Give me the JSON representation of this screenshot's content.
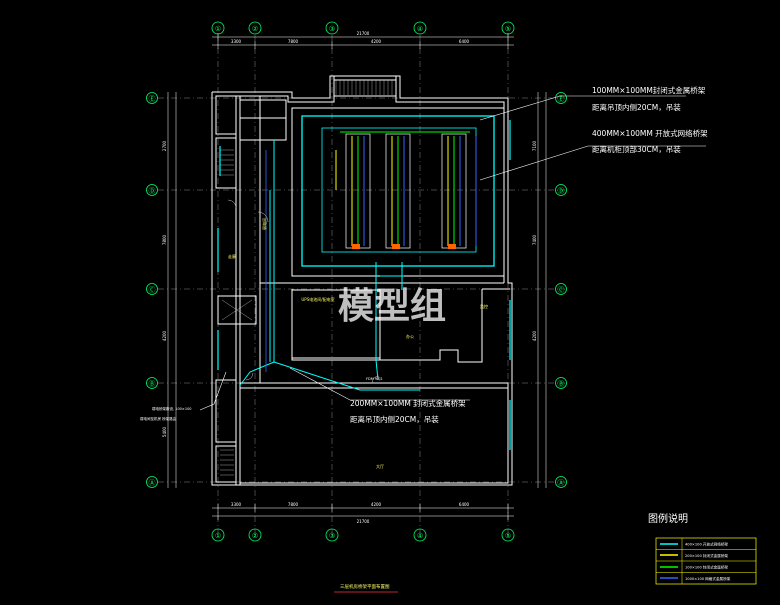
{
  "drawing": {
    "colors": {
      "background": "#000000",
      "wall": "#ffffff",
      "grid_line": "#9a9a9a",
      "bubble": "#00ff66",
      "dimension": "#ffffff",
      "tray_cyan": "#00ffff",
      "tray_blue": "#3366ff",
      "tray_yellow": "#ffff00",
      "tray_green": "#00ff00",
      "tray_magenta": "#ff00ff",
      "annotation": "#ffffff",
      "room_label": "#ffff66",
      "equipment": "#ff6600"
    },
    "axis_top": [
      "①",
      "②",
      "③",
      "④",
      "⑤"
    ],
    "axis_side": [
      "Ⓔ",
      "Ⓓ",
      "Ⓒ",
      "Ⓑ",
      "Ⓐ"
    ],
    "dims_top": {
      "total": "21700",
      "spans": [
        "3300",
        "7800",
        "4200",
        "6400"
      ]
    },
    "dims_bottom": {
      "total": "21700",
      "spans": [
        "3300",
        "7800",
        "4200",
        "6400"
      ]
    },
    "dims_left": [
      "2700",
      "7800",
      "4200",
      "5400"
    ],
    "dims_right": [
      "7100",
      "7400",
      "4200"
    ],
    "callouts": {
      "tray_100": {
        "line1": "100MM×100MM封闭式金属桥架",
        "line2": "距离吊顶内侧20CM，吊装"
      },
      "tray_400": {
        "line1": "400MM×100MM 开放式网络桥架",
        "line2": "距离机柜顶部30CM，吊装"
      },
      "tray_200": {
        "line1": "200MM×100MM 封闭式金属桥架",
        "line2": "距离吊顶内侧20CM，吊装"
      },
      "left_note": {
        "line1": "弱电桥架敷设, 100×100",
        "line2": "弱电间至机房 桥架路由"
      }
    },
    "room_labels": {
      "weak_room": "弱电间",
      "corridor": "走廊",
      "ups_room": "UPS电池间/配电室",
      "office": "办公",
      "monitor": "监控",
      "hall": "大厅"
    },
    "door_label": "FDM 9ZJ1",
    "watermark": "模型组",
    "plan_title": "三层机房桥架平面布置图",
    "legend": {
      "title": "图例说明",
      "items": [
        {
          "label": "400×100 开放式网络桥架",
          "color": "#00ffff"
        },
        {
          "label": "200×100 封闭式金属桥架",
          "color": "#ffff00"
        },
        {
          "label": "100×100 封闭式金属桥架",
          "color": "#00ff00"
        },
        {
          "label": "1000×100 网格式金属桥架",
          "color": "#3366ff"
        }
      ]
    }
  }
}
